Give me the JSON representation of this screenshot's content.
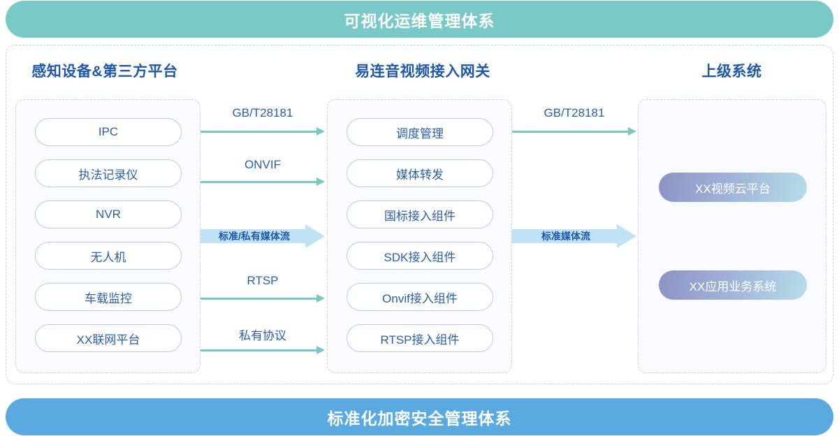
{
  "banners": {
    "top": "可视化运维管理体系",
    "bottom": "标准化加密安全管理体系",
    "top_color": "#79c9c8",
    "bottom_color": "#5aa9e0"
  },
  "columns": {
    "left": {
      "title": "感知设备&第三方平台",
      "items": [
        {
          "label": "IPC"
        },
        {
          "label": "执法记录仪"
        },
        {
          "label": "NVR"
        },
        {
          "label": "无人机"
        },
        {
          "label": "车载监控"
        },
        {
          "label": "XX联网平台"
        }
      ]
    },
    "middle": {
      "title": "易连音视频接入网关",
      "items": [
        {
          "label": "调度管理"
        },
        {
          "label": "媒体转发"
        },
        {
          "label": "国标接入组件"
        },
        {
          "label": "SDK接入组件"
        },
        {
          "label": "Onvif接入组件"
        },
        {
          "label": "RTSP接入组件"
        }
      ]
    },
    "right": {
      "title": "上级系统",
      "items": [
        {
          "label": "XX视频云平台"
        },
        {
          "label": "XX应用业务系统"
        }
      ]
    }
  },
  "connectors": {
    "left_to_middle": [
      {
        "label": "GB/T28181",
        "style": "line"
      },
      {
        "label": "ONVIF",
        "style": "line"
      },
      {
        "label": "标准/私有媒体流",
        "style": "block"
      },
      {
        "label": "RTSP",
        "style": "line"
      },
      {
        "label": "私有协议",
        "style": "line"
      }
    ],
    "middle_to_right": [
      {
        "label": "GB/T28181",
        "style": "line"
      },
      {
        "label": "标准媒体流",
        "style": "block"
      }
    ]
  },
  "colors": {
    "accent_teal": "#79c9c3",
    "accent_blue": "#2a5fa8",
    "block_arrow": "#bfe2f5",
    "dashed_border": "#c2d2ea",
    "pill_border": "#b9cbe6"
  }
}
